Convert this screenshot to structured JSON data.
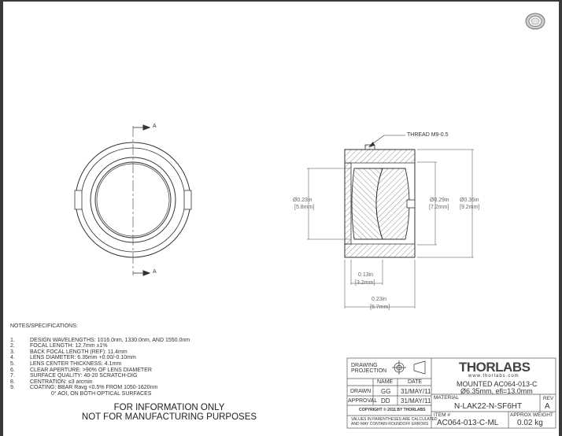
{
  "drawing": {
    "section_labels": [
      "A",
      "A"
    ],
    "thread_label": "THREAD M9-0.5",
    "dims": {
      "left_dia_in": "Ø0.23in",
      "left_dia_mm": "[5.8mm]",
      "mid_dia_in": "Ø0.29in",
      "mid_dia_mm": "[7.2mm]",
      "outer_dia_in": "Ø0.36in",
      "outer_dia_mm": "[9.2mm]",
      "inner_len_in": "0.13in",
      "inner_len_mm": "[3.2mm]",
      "total_len_in": "0.23in",
      "total_len_mm": "[5.7mm]"
    }
  },
  "notes": {
    "title": "NOTES/SPECIFICATIONS:",
    "items": [
      {
        "num": "1.",
        "text": "DESIGN WAVELENGTHS: 1016.0nm, 1330.0nm, AND 1550.0nm"
      },
      {
        "num": "2.",
        "text": "FOCAL LENGTH: 12.7mm ±1%"
      },
      {
        "num": "3.",
        "text": "BACK FOCAL LENGTH (REF): 11.4mm"
      },
      {
        "num": "4.",
        "text": "LENS DIAMETER: 6.35mm +0.00/-0.10mm"
      },
      {
        "num": "5.",
        "text": "LENS CENTER THICKNESS: 4.1mm"
      },
      {
        "num": "6.",
        "text": "CLEAR APERTURE: >90% OF LENS DIAMETER"
      },
      {
        "num": "7.",
        "text": "SURFACE QUALITY: 40-20 SCRATCH-DIG"
      },
      {
        "num": "8.",
        "text": "CENTRATION: ≤3 arcmin"
      },
      {
        "num": "9.",
        "text": "COATING: BBAR Ravg <0.5% FROM 1050-1620nm"
      },
      {
        "num": "",
        "text": "0° AOI, ON BOTH OPTICAL SURFACES"
      }
    ]
  },
  "disclaimer": [
    "FOR INFORMATION ONLY",
    "NOT FOR MANUFACTURING PURPOSES"
  ],
  "title_block": {
    "drawing_projection": [
      "DRAWING",
      "PROJECTION"
    ],
    "name_header": "NAME",
    "date_header": "DATE",
    "drawn_label": "DRAWN",
    "drawn_name": "GG",
    "drawn_date": "31/MAY/11",
    "approval_label": "APPROVAL",
    "approval_name": "DD",
    "approval_date": "31/MAY/11",
    "copyright": "COPYRIGHT © 2011 BY THORLABS",
    "values_note": [
      "VALUES IN PARENTHESES ARE CALCULATED",
      "AND MAY CONTAIN ROUNDOFF ERRORS"
    ],
    "logo": "THORLABS",
    "website": "www.thorlabs.com",
    "title_line1": "MOUNTED AC064-013-C",
    "title_line2": "Ø6.35mm, efl=13.0mm",
    "material_label": "MATERIAL",
    "material": "N-LAK22-N-SF6HT",
    "rev_label": "REV",
    "rev": "A",
    "item_label": "ITEM #",
    "item": "AC064-013-C-ML",
    "weight_label": "APPROX WEIGHT",
    "weight": "0.02 kg"
  }
}
